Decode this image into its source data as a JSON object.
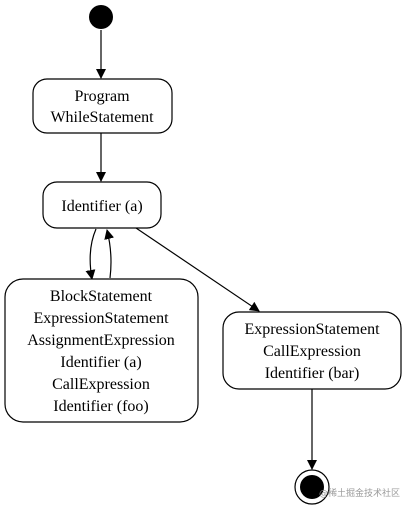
{
  "diagram": {
    "nodes": {
      "program": {
        "lines": [
          "Program",
          "WhileStatement"
        ]
      },
      "identifier_a": {
        "lines": [
          "Identifier (a)"
        ]
      },
      "block": {
        "lines": [
          "BlockStatement",
          "ExpressionStatement",
          "AssignmentExpression",
          "Identifier (a)",
          "CallExpression",
          "Identifier (foo)"
        ]
      },
      "expr": {
        "lines": [
          "ExpressionStatement",
          "CallExpression",
          "Identifier (bar)"
        ]
      }
    }
  },
  "watermark": "@稀土掘金技术社区"
}
